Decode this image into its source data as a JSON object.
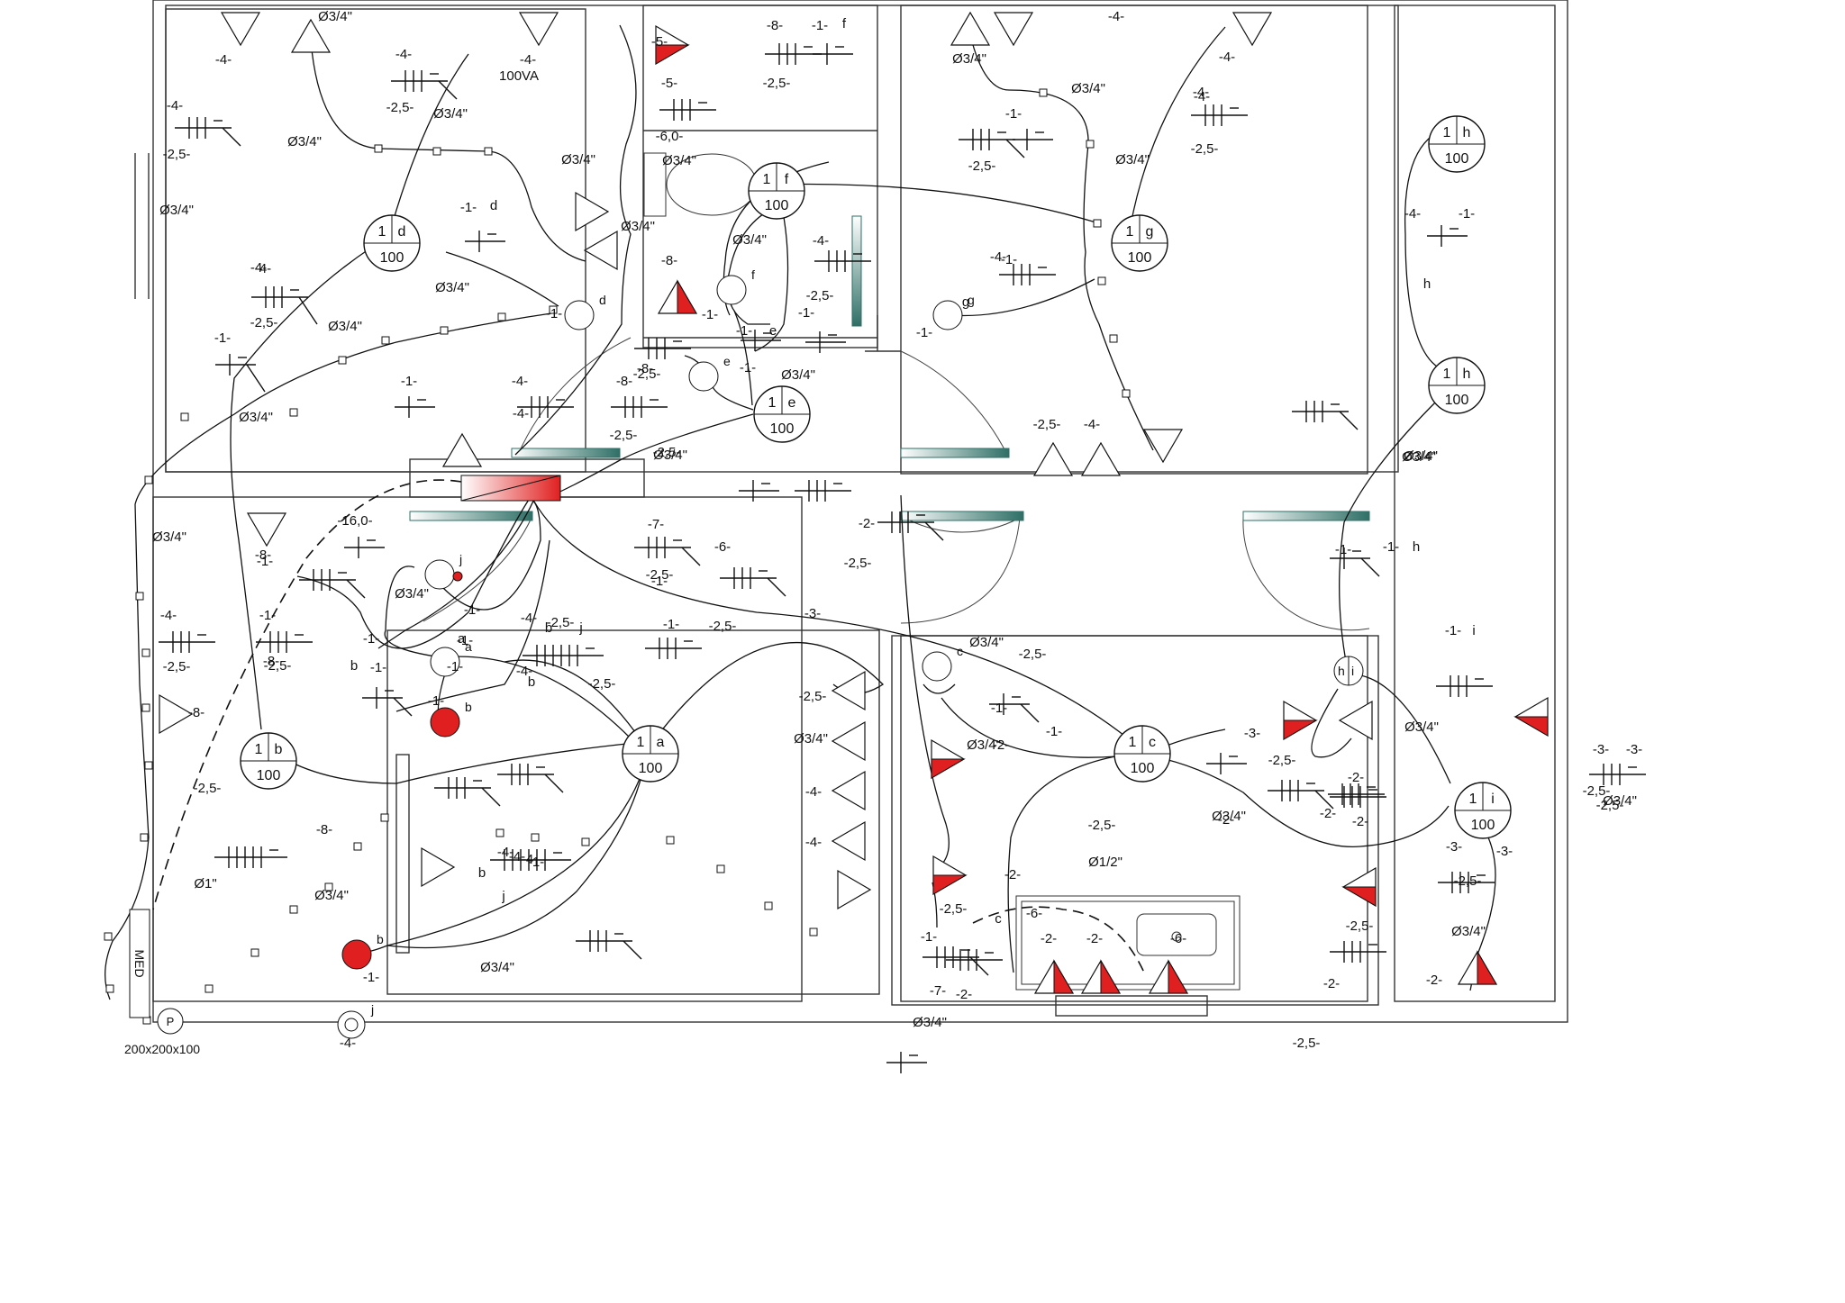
{
  "colors": {
    "accent": "#e02020",
    "glass": "#2f6f66",
    "wall": "#333333"
  },
  "panel": {
    "label": "MED",
    "box_label": "P",
    "box_size": "200x200x100"
  },
  "circuit_circles": [
    {
      "num": "1",
      "circuit": "d",
      "power": "100"
    },
    {
      "num": "1",
      "circuit": "f",
      "power": "100"
    },
    {
      "num": "1",
      "circuit": "e",
      "power": "100"
    },
    {
      "num": "1",
      "circuit": "g",
      "power": "100"
    },
    {
      "num": "1",
      "circuit": "h",
      "power": "100"
    },
    {
      "num": "1",
      "circuit": "h",
      "power": "100"
    },
    {
      "num": "1",
      "circuit": "b",
      "power": "100"
    },
    {
      "num": "1",
      "circuit": "a",
      "power": "100"
    },
    {
      "num": "1",
      "circuit": "c",
      "power": "100"
    },
    {
      "num": "1",
      "circuit": "i",
      "power": "100"
    }
  ],
  "switches": [
    {
      "letter": "d"
    },
    {
      "letter": "f"
    },
    {
      "letter": "e"
    },
    {
      "letter": "g"
    },
    {
      "letter": "j"
    },
    {
      "letter": "a"
    },
    {
      "letter": "b"
    },
    {
      "letter": "c"
    },
    {
      "letter": "b"
    },
    {
      "letter": "j"
    }
  ],
  "hi_junction": {
    "left": "h",
    "right": "i"
  },
  "labels": [
    {
      "t": "-4-"
    },
    {
      "t": "Ø3/4\""
    },
    {
      "t": "-4-"
    },
    {
      "t": "100VA"
    },
    {
      "t": "-4-"
    },
    {
      "t": "-2,5-"
    },
    {
      "t": "Ø3/4\""
    },
    {
      "t": "-4-"
    },
    {
      "t": "-2,5-"
    },
    {
      "t": "Ø3/4\""
    },
    {
      "t": "Ø3/4\""
    },
    {
      "t": "-1-"
    },
    {
      "t": "d"
    },
    {
      "t": "-4-"
    },
    {
      "t": "Ø3/4\""
    },
    {
      "t": "-4-"
    },
    {
      "t": "-2,5-"
    },
    {
      "t": "Ø3/4\""
    },
    {
      "t": "-1-"
    },
    {
      "t": "-1-"
    },
    {
      "t": "-1-"
    },
    {
      "t": "-4-"
    },
    {
      "t": "-8-"
    },
    {
      "t": "-4-"
    },
    {
      "t": "-2,5-"
    },
    {
      "t": "-2,5-"
    },
    {
      "t": "Ø3/4\""
    },
    {
      "t": "Ø3/4\""
    },
    {
      "t": "Ø3/4\""
    },
    {
      "t": "-5-"
    },
    {
      "t": "-5-"
    },
    {
      "t": "-8-"
    },
    {
      "t": "-1-"
    },
    {
      "t": "f"
    },
    {
      "t": "-2,5-"
    },
    {
      "t": "-6,0-"
    },
    {
      "t": "Ø3/4\""
    },
    {
      "t": "Ø3/4\""
    },
    {
      "t": "-8-"
    },
    {
      "t": "-1-"
    },
    {
      "t": "-8-"
    },
    {
      "t": "-2,5-"
    },
    {
      "t": "-1-"
    },
    {
      "t": "e"
    },
    {
      "t": "-4-"
    },
    {
      "t": "-2,5-"
    },
    {
      "t": "-1-"
    },
    {
      "t": "Ø3/4\""
    },
    {
      "t": "-1-"
    },
    {
      "t": "Ø3/4\""
    },
    {
      "t": "-4-"
    },
    {
      "t": "-4-"
    },
    {
      "t": "Ø3/4\""
    },
    {
      "t": "-4-"
    },
    {
      "t": "-1-"
    },
    {
      "t": "-2,5-"
    },
    {
      "t": "-4-"
    },
    {
      "t": "-2,5-"
    },
    {
      "t": "Ø3/4\""
    },
    {
      "t": "Ø3/4\""
    },
    {
      "t": "-1-"
    },
    {
      "t": "g"
    },
    {
      "t": "-1-"
    },
    {
      "t": "-4-"
    },
    {
      "t": "-2,5-"
    },
    {
      "t": "-4-"
    },
    {
      "t": "-4-"
    },
    {
      "t": "-1-"
    },
    {
      "t": "h"
    },
    {
      "t": "Ø3/4\""
    },
    {
      "t": "Ø3/4\""
    },
    {
      "t": "Ø3/4\""
    },
    {
      "t": "-1-"
    },
    {
      "t": "-8-"
    },
    {
      "t": "-4-"
    },
    {
      "t": "-2,5-"
    },
    {
      "t": "-1-"
    },
    {
      "t": "-8-"
    },
    {
      "t": "-2,5-"
    },
    {
      "t": "-8-"
    },
    {
      "t": "-2,5-"
    },
    {
      "t": "-8-"
    },
    {
      "t": "Ø1\""
    },
    {
      "t": "Ø3/4\""
    },
    {
      "t": "-16,0-"
    },
    {
      "t": "Ø3/4\""
    },
    {
      "t": "-1-"
    },
    {
      "t": "-1-"
    },
    {
      "t": "-1-"
    },
    {
      "t": "-1-"
    },
    {
      "t": "b"
    },
    {
      "t": "-1-"
    },
    {
      "t": "-1-"
    },
    {
      "t": "a"
    },
    {
      "t": "b"
    },
    {
      "t": "j"
    },
    {
      "t": "-4-"
    },
    {
      "t": "-2,5-"
    },
    {
      "t": "-1-"
    },
    {
      "t": "b"
    },
    {
      "t": "-4-"
    },
    {
      "t": "-2,5-"
    },
    {
      "t": "-7-"
    },
    {
      "t": "-2,5-"
    },
    {
      "t": "-6-"
    },
    {
      "t": "-2,5-"
    },
    {
      "t": "-1-"
    },
    {
      "t": "-2-"
    },
    {
      "t": "-2,5-"
    },
    {
      "t": "-3-"
    },
    {
      "t": "-2,5-"
    },
    {
      "t": "Ø3/4\""
    },
    {
      "t": "-4-"
    },
    {
      "t": "-4-"
    },
    {
      "t": "-4-"
    },
    {
      "t": "-4-"
    },
    {
      "t": "-4-"
    },
    {
      "t": "-1-"
    },
    {
      "t": "b"
    },
    {
      "t": "j"
    },
    {
      "t": "Ø3/4\""
    },
    {
      "t": "-1-"
    },
    {
      "t": "-4-"
    },
    {
      "t": "-2,5-"
    },
    {
      "t": "Ø3/4\""
    },
    {
      "t": "-1-"
    },
    {
      "t": "Ø3/4\""
    },
    {
      "t": "-1-"
    },
    {
      "t": "c"
    },
    {
      "t": "-2-"
    },
    {
      "t": "-7-"
    },
    {
      "t": "Ø3/4\""
    },
    {
      "t": "-2-"
    },
    {
      "t": "-2,5-"
    },
    {
      "t": "Ø1/2\""
    },
    {
      "t": "-6-"
    },
    {
      "t": "-2,5-"
    },
    {
      "t": "-2-"
    },
    {
      "t": "-2-"
    },
    {
      "t": "-2-"
    },
    {
      "t": "-6-"
    },
    {
      "t": "-1-"
    },
    {
      "t": "-3-"
    },
    {
      "t": "-2,5-"
    },
    {
      "t": "Ø3/4\""
    },
    {
      "t": "-2-"
    },
    {
      "t": "-2-"
    },
    {
      "t": "-2-"
    },
    {
      "t": "-2-"
    },
    {
      "t": "-2,5-"
    },
    {
      "t": "-2-"
    },
    {
      "t": "-2,5-"
    },
    {
      "t": "-1-"
    },
    {
      "t": "-1-"
    },
    {
      "t": "h"
    },
    {
      "t": "-1-"
    },
    {
      "t": "i"
    },
    {
      "t": "Ø3/4\""
    },
    {
      "t": "-3-"
    },
    {
      "t": "-3-"
    },
    {
      "t": "-2,5-"
    },
    {
      "t": "Ø3/4\""
    },
    {
      "t": "-3-"
    },
    {
      "t": "-2,5-"
    },
    {
      "t": "-3-"
    },
    {
      "t": "Ø3/4\""
    },
    {
      "t": "-2-"
    },
    {
      "t": "-2,5-"
    }
  ]
}
